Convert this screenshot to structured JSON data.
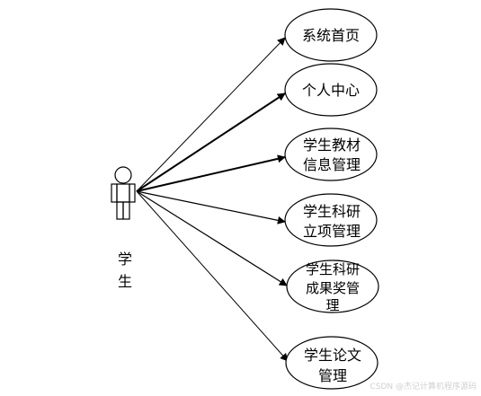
{
  "actor": {
    "label_line1": "学",
    "label_line2": "生"
  },
  "use_cases": [
    {
      "line1": "系统首页"
    },
    {
      "line1": "个人中心"
    },
    {
      "line1": "学生教材",
      "line2": "信息管理"
    },
    {
      "line1": "学生科研",
      "line2": "立项管理"
    },
    {
      "line1": "学生科研",
      "line2": "成果奖管",
      "line3": "理"
    },
    {
      "line1": "学生论文",
      "line2": "管理"
    }
  ],
  "watermark": "CSDN @杰记计算机程序源码"
}
